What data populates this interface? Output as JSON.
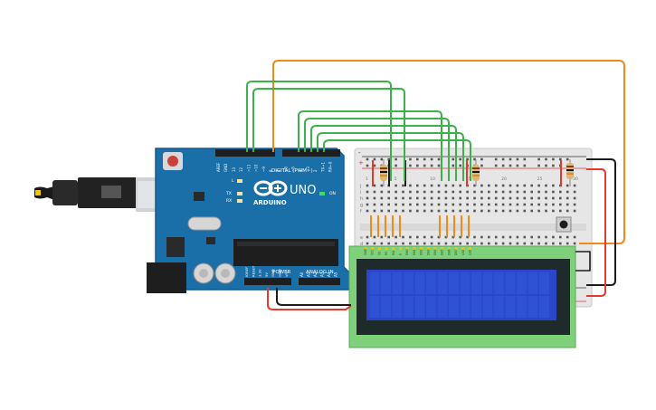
{
  "arduino": {
    "logo_text": "ARDUINO",
    "model": "UNO",
    "digital_label": "DIGITAL (PWM~)",
    "power_label": "POWER",
    "analog_label": "ANALOG IN",
    "on_label": "ON",
    "l_label": "L",
    "tx_label": "TX",
    "rx_label": "RX",
    "aref_label": "AREF",
    "gnd_label": "GND",
    "digital_pins": [
      "13",
      "12",
      "~11",
      "~10",
      "~9",
      "8",
      "7",
      "~6",
      "~5",
      "4",
      "~3",
      "2",
      "TX→1",
      "RX←0"
    ],
    "power_pins": [
      "IOREF",
      "RESET",
      "3.3V",
      "5V",
      "GND",
      "GND",
      "Vin"
    ],
    "analog_pins": [
      "A0",
      "A1",
      "A2",
      "A3",
      "A4",
      "A5"
    ]
  },
  "breadboard": {
    "row_letters_top": [
      "j",
      "i",
      "h",
      "g",
      "f"
    ],
    "row_letters_bottom": [
      "e",
      "d",
      "c",
      "b",
      "a"
    ],
    "plus": "+",
    "minus": "-",
    "columns": [
      "1",
      "5",
      "10",
      "15",
      "20",
      "25",
      "30"
    ]
  },
  "lcd": {
    "pin_labels": [
      "GND",
      "VCC",
      "V0",
      "RS",
      "RW",
      "E",
      "DB0",
      "DB1",
      "DB2",
      "DB3",
      "DB4",
      "DB5",
      "DB6",
      "DB7",
      "LED",
      "LED"
    ]
  },
  "colors": {
    "wire_orange": "#ef8a19",
    "wire_green": "#3cb34a",
    "wire_red": "#e23b2e",
    "wire_black": "#1c1c1c",
    "board_blue": "#1b6fa8",
    "lcd_frame": "#7ed07a",
    "lcd_screen": "#2a47c9"
  }
}
